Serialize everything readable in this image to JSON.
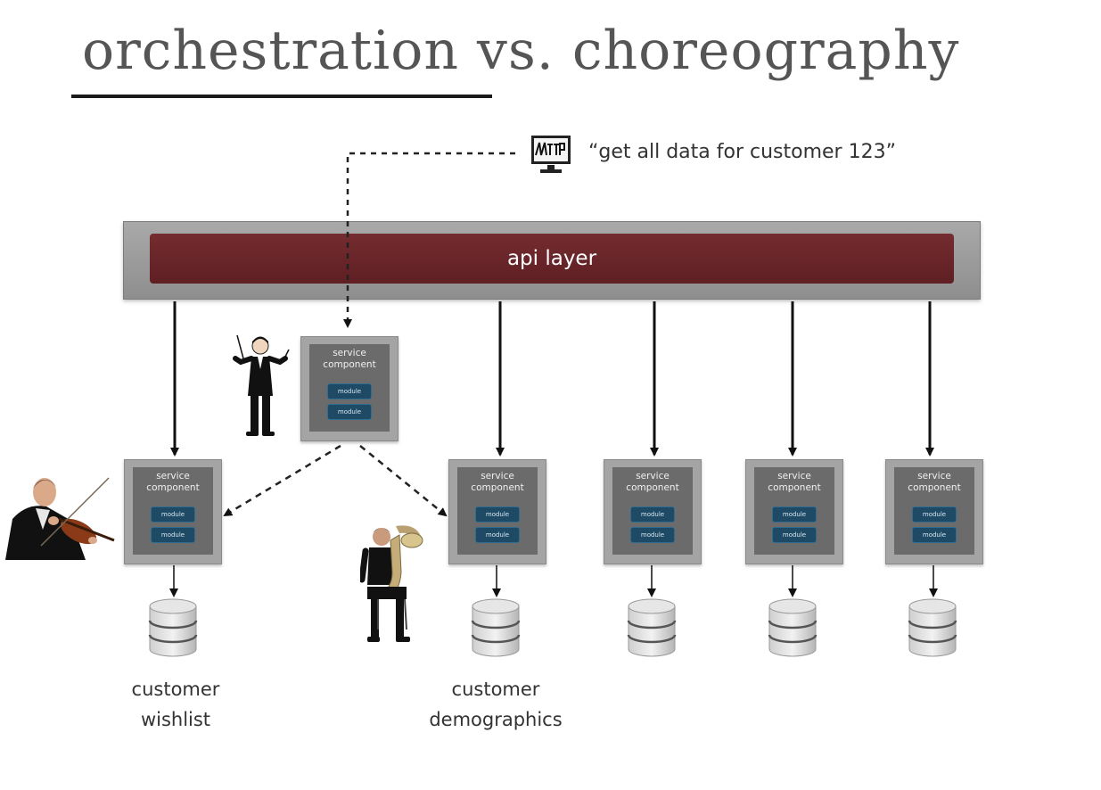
{
  "slide": {
    "title": "orchestration vs. choreography",
    "request_text": "“get all data for customer 123”",
    "api_layer_label": "api layer",
    "service_component": {
      "line1": "service",
      "line2": "component",
      "module_label": "module"
    },
    "captions": {
      "wishlist": {
        "line1": "customer",
        "line2": "wishlist"
      },
      "demographics": {
        "line1": "customer",
        "line2": "demographics"
      }
    }
  },
  "colors": {
    "api_bar": "#6b2428",
    "api_frame": "#9a9a9a",
    "service_box": "#a4a4a4",
    "service_inner": "#6b6b6b",
    "module": "#1e4a66",
    "text": "#333333"
  },
  "icons": [
    "browser-http-icon",
    "database-icon",
    "conductor-figure",
    "violinist-figure",
    "tuba-player-figure"
  ]
}
